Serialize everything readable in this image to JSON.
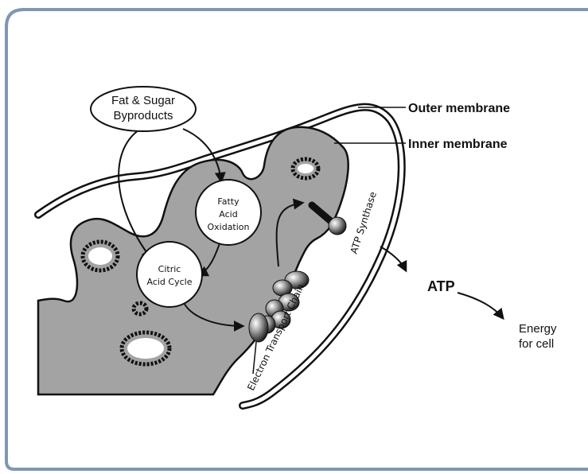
{
  "labels": {
    "outer_membrane": "Outer membrane",
    "inner_membrane": "Inner membrane",
    "fat_sugar_line1": "Fat & Sugar",
    "fat_sugar_line2": "Byproducts",
    "fatty_line1": "Fatty",
    "fatty_line2": "Acid",
    "fatty_line3": "Oxidation",
    "citric_line1": "Citric",
    "citric_line2": "Acid Cycle",
    "atp_synthase": "ATP Synthase",
    "electron_transport_chain": "Electron Transport Chain",
    "atp": "ATP",
    "energy_line1": "Energy",
    "energy_line2": "for cell"
  },
  "colors": {
    "matrix": "#a3a3a3",
    "frame_border": "#7f97b3",
    "line": "#111111"
  }
}
